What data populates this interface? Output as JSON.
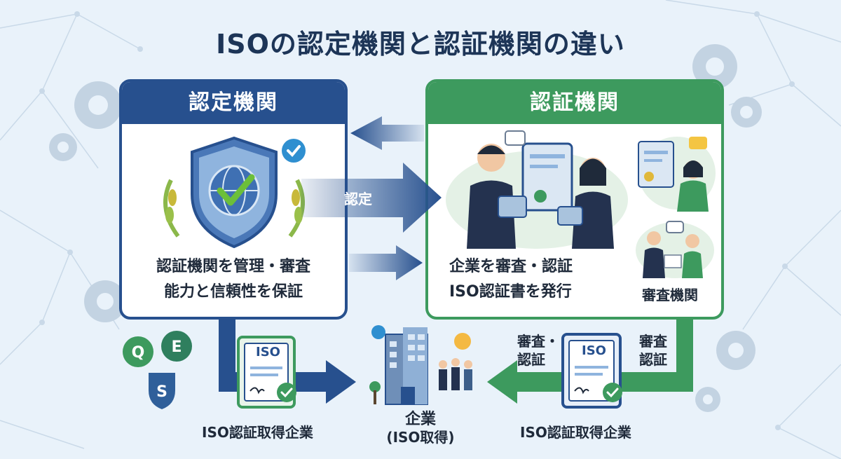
{
  "title": "ISOの認定機関と認証機関の違い",
  "accreditation_body": {
    "heading": "認定機関",
    "description_line1": "認証機関を管理・審査",
    "description_line2": "能力と信頼性を保証"
  },
  "certification_body": {
    "heading": "認証機関",
    "description_line1": "企業を審査・認証",
    "description_line2": "ISO認証書を発行",
    "sub_label": "審査機関"
  },
  "arrow_accreditation_label": "認定",
  "bottom": {
    "left_caption": "ISO認証取得企業",
    "right_caption": "ISO認証取得企業",
    "company_label": "企業",
    "company_sublabel": "(ISO取得)",
    "audit_line1": "審査・",
    "audit_line2": "認証",
    "audit2_line1": "審査",
    "audit2_line2": "認証",
    "certificate_text": "ISO",
    "badges": [
      "Q",
      "E",
      "S"
    ]
  },
  "colors": {
    "accreditation": "#27508e",
    "certification": "#3d9a5e",
    "title": "#1d3557",
    "background": "#e9f2fa"
  }
}
